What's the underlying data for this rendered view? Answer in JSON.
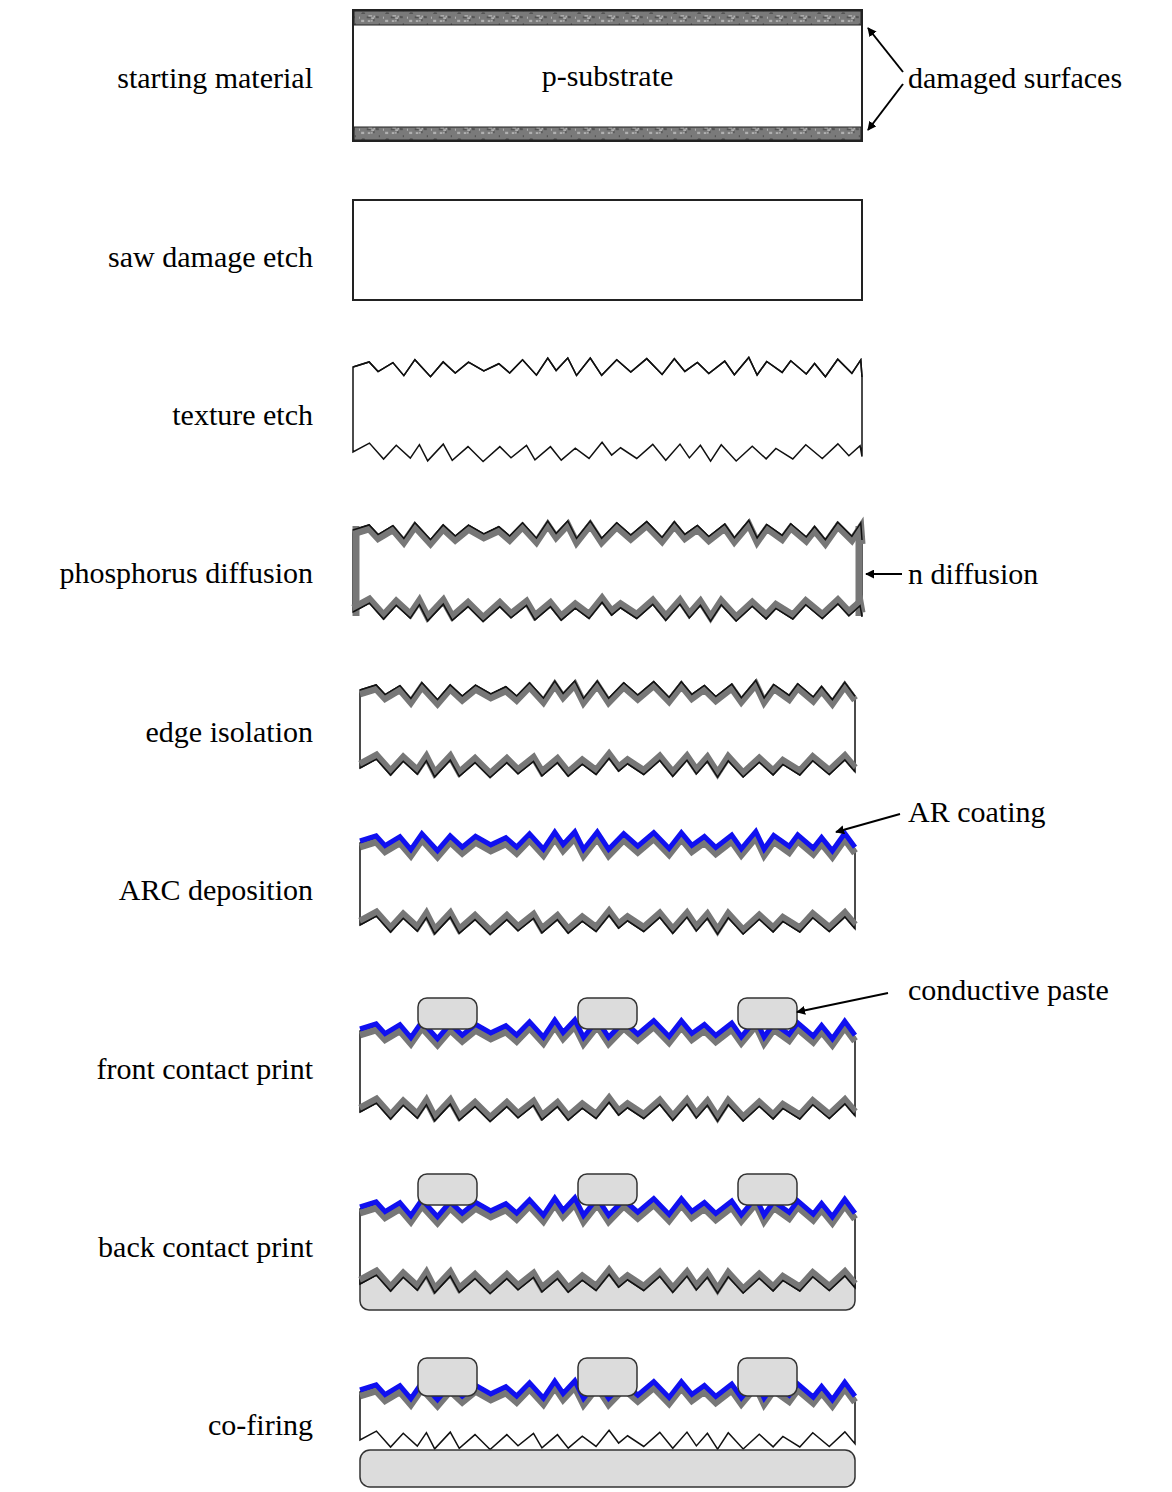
{
  "diagram": {
    "nodes": [
      {
        "text": [
          "p-substrate"
        ]
      }
    ],
    "labels": [
      "damaged surfaces",
      "starting material",
      "saw damage etch",
      "texture etch",
      "phosphorus diffusion",
      "n diffusion",
      "edge isolation",
      "ARC deposition",
      "AR coating",
      "front contact print",
      "conductive paste",
      "back contact print",
      "co-firing"
    ]
  }
}
